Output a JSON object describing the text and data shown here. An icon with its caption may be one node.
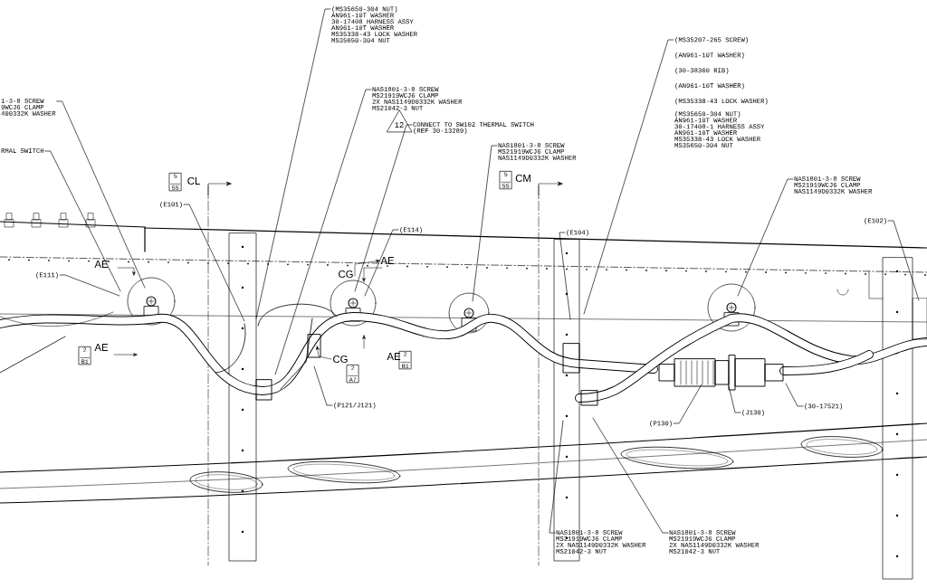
{
  "diagram": {
    "nodes": [
      {
        "text": [
          "1-3-8 SCREW",
          "9WCJ6 CLAMP",
          "400332K WASHER"
        ]
      },
      {
        "text": [
          "RMAL SWITCH"
        ]
      },
      {
        "text": [
          "(MS35650-304 NUT)",
          "AN961-10T WASHER",
          "30-17408 HARNESS ASSY",
          "AN961-10T WASHER",
          "MS35338-43 LOCK WASHER",
          "MS35650-304 NUT"
        ]
      },
      {
        "text": [
          "NAS1801-3-8 SCREW",
          "MS21919WCJ6 CLAMP",
          "2X NAS1149D0332K WASHER",
          "MS21042-3 NUT"
        ]
      },
      {
        "text": [
          "CONNECT TO SW102 THERMAL SWITCH",
          "(REF 30-13289)"
        ]
      },
      {
        "text": [
          "NAS1801-3-8 SCREW",
          "MS21919WCJ6 CLAMP",
          "NAS1149D0332K WASHER"
        ]
      },
      {
        "text": [
          "(MS35207-265 SCREW)",
          "(AN961-10T WASHER)",
          "(30-38360 RIB)",
          "(AN961-10T WASHER)",
          "(MS35338-43 LOCK WASHER)",
          "(MS35650-304 NUT)",
          "AN961-10T WASHER",
          "30-17408-1 HARNESS ASSY",
          "AN961-10T WASHER",
          "MS35338-43 LOCK WASHER",
          "MS35650-304 NUT"
        ]
      },
      {
        "text": [
          "NAS1801-3-8 SCREW",
          "MS21919WCJ6 CLAMP",
          "NAS1149D0332K WASHER"
        ]
      },
      {
        "text": [
          "(E102)"
        ]
      },
      {
        "text": [
          "(E101)"
        ]
      },
      {
        "text": [
          "(E114)"
        ]
      },
      {
        "text": [
          "(E104)"
        ]
      },
      {
        "text": [
          "(E111)"
        ]
      },
      {
        "text": [
          "(P121/J121)"
        ]
      },
      {
        "text": [
          "(P130)"
        ]
      },
      {
        "text": [
          "(J130)"
        ]
      },
      {
        "text": [
          "(30-17521)"
        ]
      },
      {
        "text": [
          "NAS1801-3-8 SCREW",
          "MS21919WCJ6 CLAMP",
          "2X NAS1149D0332K WASHER",
          "MS21042-3 NUT"
        ]
      },
      {
        "text": [
          "NAS1801-3-8 SCREW",
          "MS21919WCJ6 CLAMP",
          "2X NAS1149D0332K WASHER",
          "MS21042-3 NUT"
        ]
      }
    ],
    "edges": [
      {
        "from": 0,
        "to": null,
        "arrow": "none"
      },
      {
        "from": 1,
        "to": null,
        "arrow": "none"
      },
      {
        "from": 2,
        "to": null,
        "arrow": "none"
      },
      {
        "from": 3,
        "to": null,
        "arrow": "none"
      },
      {
        "from": 4,
        "to": null,
        "arrow": "none"
      },
      {
        "from": 5,
        "to": null,
        "arrow": "none"
      },
      {
        "from": 6,
        "to": null,
        "arrow": "none"
      },
      {
        "from": 7,
        "to": null,
        "arrow": "none"
      },
      {
        "from": 8,
        "to": null,
        "arrow": "none"
      },
      {
        "from": 9,
        "to": null,
        "arrow": "none"
      },
      {
        "from": 10,
        "to": null,
        "arrow": "none"
      },
      {
        "from": 11,
        "to": null,
        "arrow": "none"
      },
      {
        "from": 12,
        "to": null,
        "arrow": "none"
      },
      {
        "from": 13,
        "to": null,
        "arrow": "none"
      },
      {
        "from": 14,
        "to": null,
        "arrow": "none"
      },
      {
        "from": 15,
        "to": null,
        "arrow": "none"
      },
      {
        "from": 16,
        "to": null,
        "arrow": "none"
      },
      {
        "from": 17,
        "to": null,
        "arrow": "none"
      },
      {
        "from": 18,
        "to": null,
        "arrow": "none"
      }
    ],
    "labels": [
      "5",
      "55",
      "CL",
      "5",
      "55",
      "CM",
      "12",
      "AE",
      "AE",
      "2",
      "B1",
      "CG",
      "AE",
      "CG",
      "2",
      "A7",
      "AE",
      "2",
      "B1"
    ]
  }
}
